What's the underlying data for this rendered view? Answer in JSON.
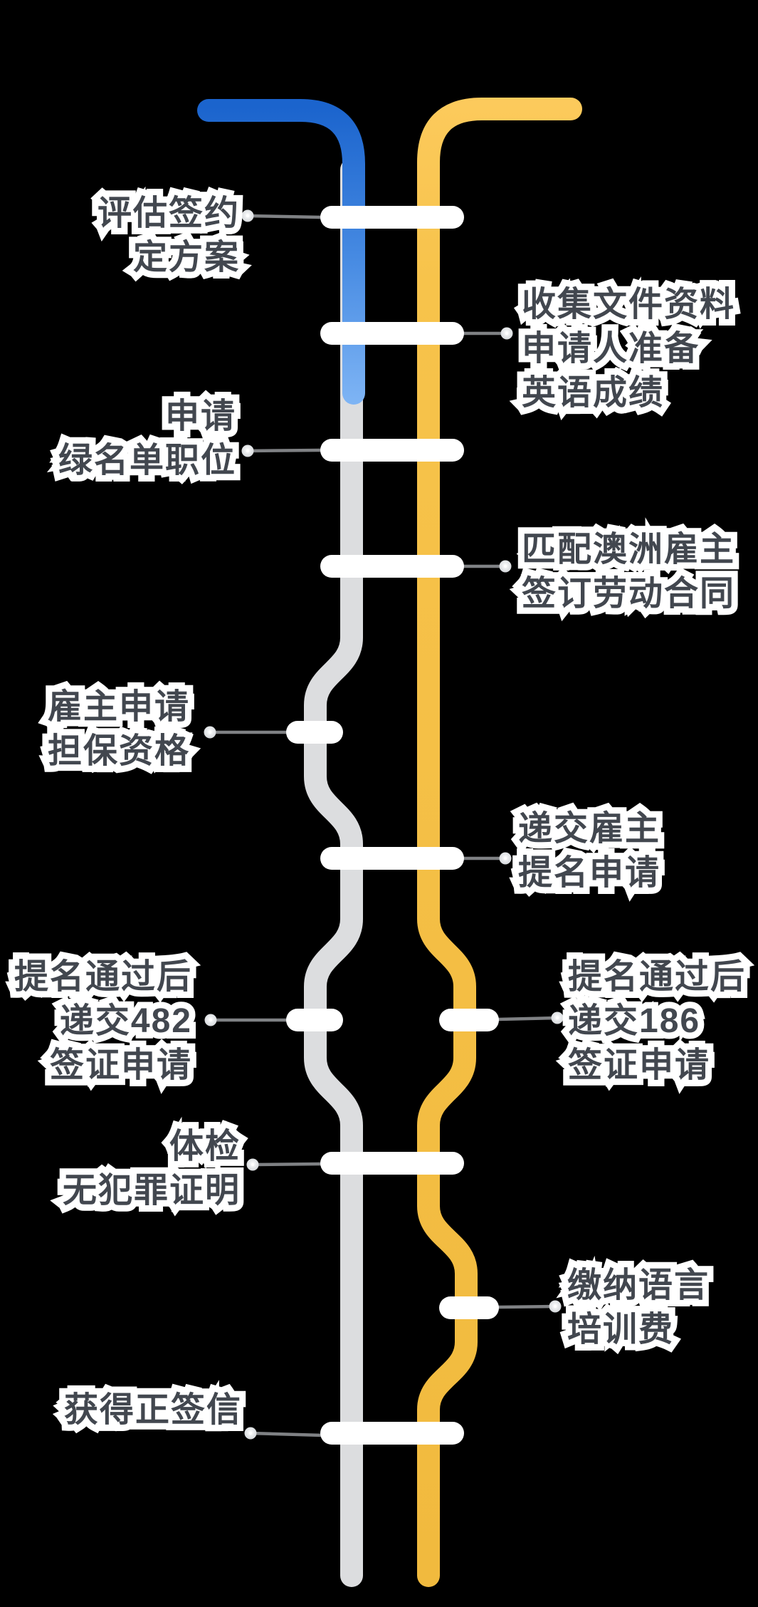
{
  "diagram": {
    "type": "metro-style process flowchart",
    "background": "#000000",
    "routes": [
      {
        "id": "blue-line",
        "description": "blue route segment, top-left, merges into gray line"
      },
      {
        "id": "gray-line",
        "description": "gray route continuing below blue segment, left track"
      },
      {
        "id": "yellow-line",
        "description": "yellow route, right track, full height"
      }
    ]
  },
  "colors": {
    "background": "#000000",
    "blue_top": "#1b64cd",
    "blue_mid": "#468ae2",
    "blue_end": "#7fb5f5",
    "yellow_top": "#fcca5c",
    "yellow_mid": "#f7c34b",
    "yellow_bottom": "#f1ba3e",
    "gray_line": "#dcdddf",
    "station_pill": "#ffffff",
    "connector": "#7f8184",
    "dot_outer": "#d2d5d8",
    "dot_inner": "#eceef0",
    "label_text": "#42474f",
    "label_halo": "#ffffff"
  },
  "labels": [
    {
      "side": "left",
      "lines": [
        "评估签约",
        "定方案"
      ]
    },
    {
      "side": "right",
      "lines": [
        "收集文件资料",
        "申请人准备",
        "英语成绩"
      ]
    },
    {
      "side": "left",
      "lines": [
        "申请",
        "绿名单职位"
      ]
    },
    {
      "side": "right",
      "lines": [
        "匹配澳洲雇主",
        "签订劳动合同"
      ]
    },
    {
      "side": "left",
      "lines": [
        "雇主申请",
        "担保资格"
      ]
    },
    {
      "side": "right",
      "lines": [
        "递交雇主",
        "提名申请"
      ]
    },
    {
      "side": "left",
      "lines": [
        "提名通过后",
        "递交482",
        "签证申请"
      ]
    },
    {
      "side": "right",
      "lines": [
        "提名通过后",
        "递交186",
        "签证申请"
      ]
    },
    {
      "side": "left",
      "lines": [
        "体检",
        "无犯罪证明"
      ]
    },
    {
      "side": "right",
      "lines": [
        "缴纳语言",
        "培训费"
      ]
    },
    {
      "side": "left",
      "lines": [
        "获得正签信"
      ]
    }
  ]
}
